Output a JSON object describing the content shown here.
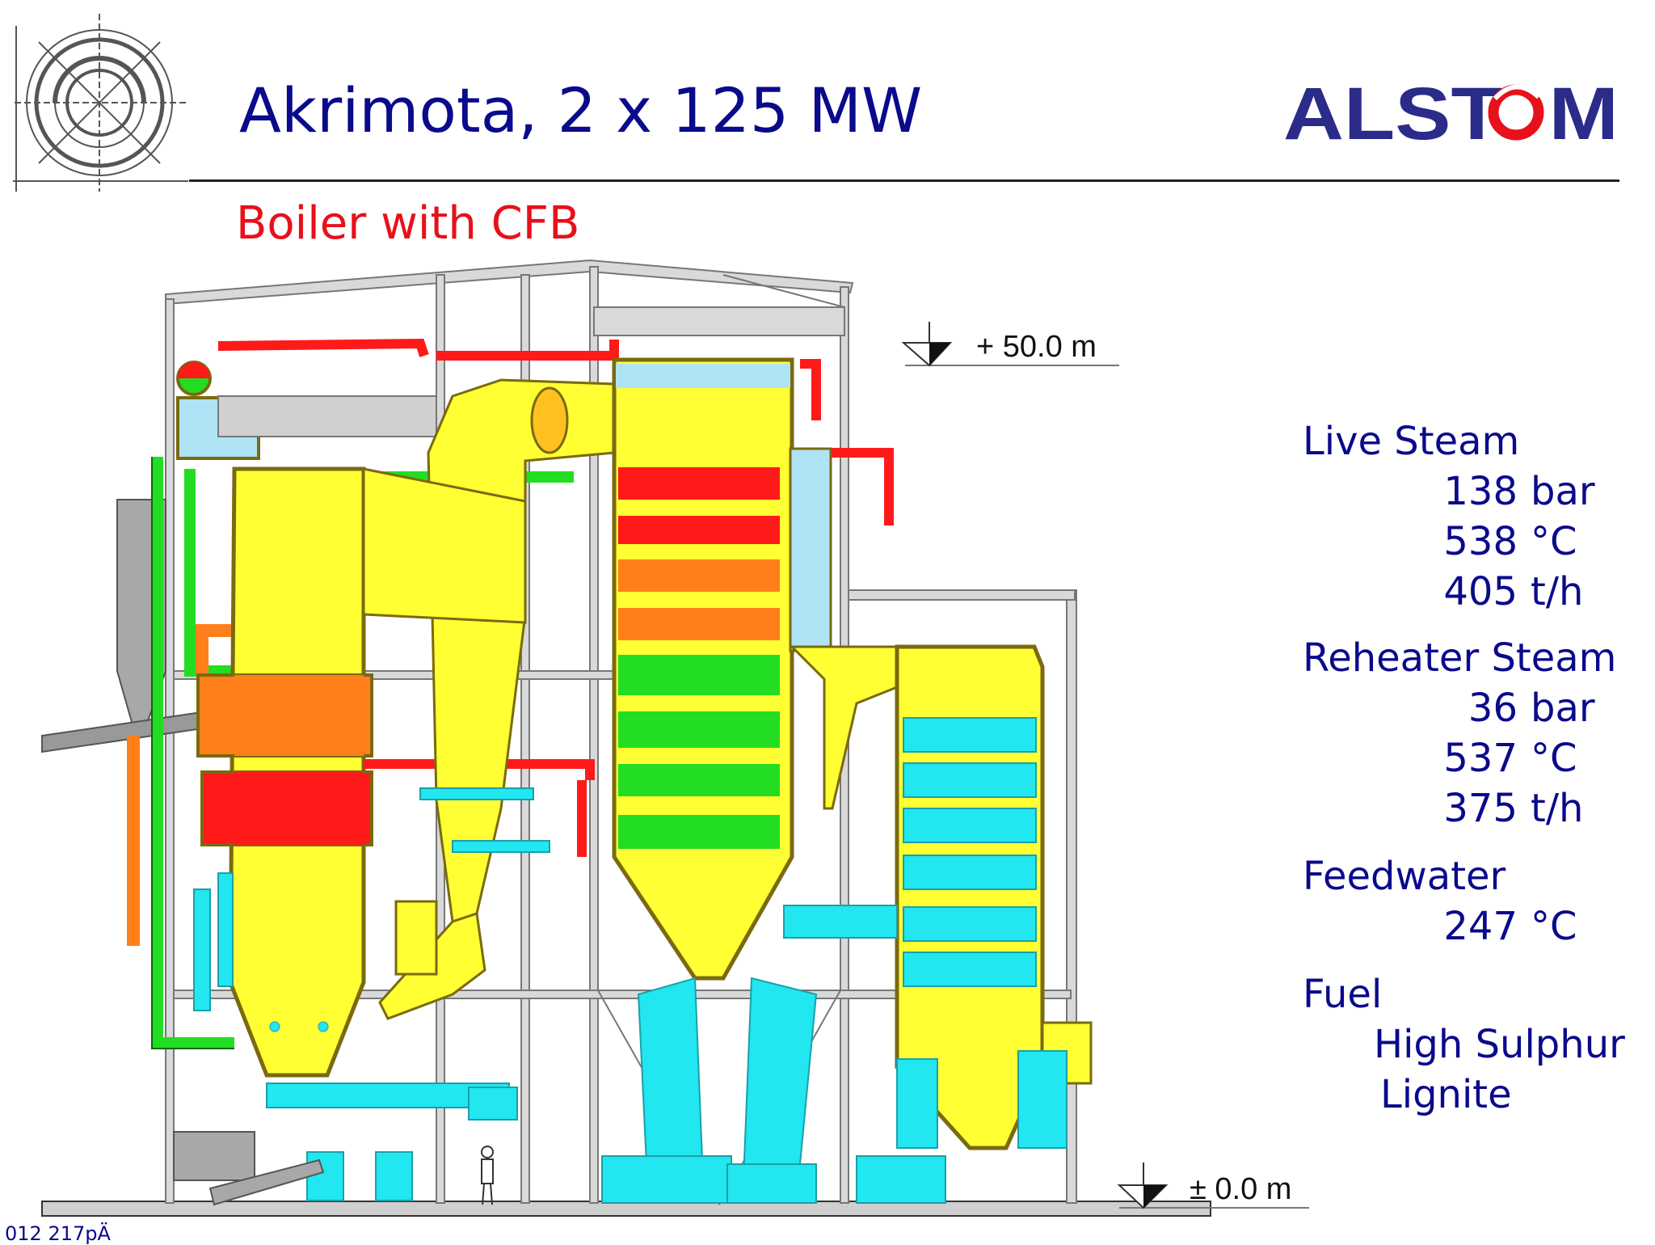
{
  "header": {
    "title": "Akrimota, 2 x 125 MW",
    "subtitle": "Boiler with CFB",
    "logo_text": "ALSTOM"
  },
  "levels": {
    "top": "+ 50.0 m",
    "ground": "± 0.0 m"
  },
  "specs": {
    "live_steam": {
      "label": "Live Steam",
      "rows": [
        {
          "value": "138",
          "unit": "bar"
        },
        {
          "value": "538",
          "unit": "°C"
        },
        {
          "value": "405",
          "unit": "t/h"
        }
      ]
    },
    "reheater_steam": {
      "label": "Reheater Steam",
      "rows": [
        {
          "value": "36",
          "unit": "bar"
        },
        {
          "value": "537",
          "unit": "°C"
        },
        {
          "value": "375",
          "unit": "t/h"
        }
      ]
    },
    "feedwater": {
      "label": "Feedwater",
      "rows": [
        {
          "value": "247",
          "unit": "°C"
        }
      ]
    },
    "fuel": {
      "label": "Fuel",
      "lines": [
        "High Sulphur",
        "Lignite"
      ]
    }
  },
  "footer": {
    "code": "012 217pÄ"
  },
  "colors": {
    "title": "#0a0a8c",
    "subtitle": "#e8101a",
    "logo": "#2b2b8a",
    "logo_accent": "#e8101a",
    "yellow": "#ffff33",
    "red": "#ff1a1a",
    "orange": "#ff7f1a",
    "green": "#22dd22",
    "cyan": "#22e6f0",
    "lightblue": "#aee4f5",
    "grey": "#a8a8a8"
  }
}
